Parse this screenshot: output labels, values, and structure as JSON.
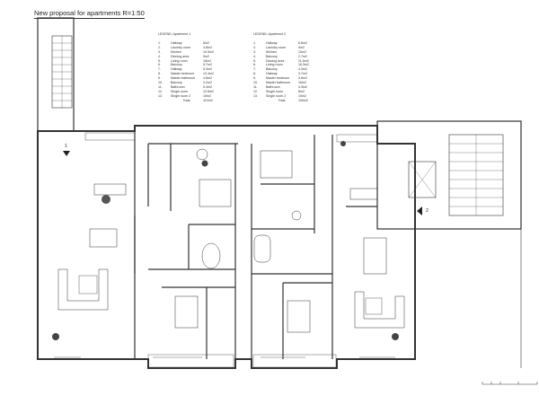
{
  "title": "New proposal for apartments R=1:50",
  "legends": [
    {
      "heading": "LEGEND: Apartment 1",
      "rooms": [
        {
          "n": "1.",
          "room": "Hallway",
          "area": "5m2"
        },
        {
          "n": "2.",
          "room": "Laundry room",
          "area": "4.8m2"
        },
        {
          "n": "3.",
          "room": "Kitchen",
          "area": "10.5m2"
        },
        {
          "n": "4.",
          "room": "Dinning area",
          "area": "9m2"
        },
        {
          "n": "5.",
          "room": "Living room",
          "area": "18m2"
        },
        {
          "n": "6.",
          "room": "Balcony",
          "area": "5.7m2"
        },
        {
          "n": "7.",
          "room": "Hallway",
          "area": "5.3m2"
        },
        {
          "n": "8.",
          "room": "Master bedroom",
          "area": "13.4m2"
        },
        {
          "n": "9.",
          "room": "Master bathroom",
          "area": "4.8m2"
        },
        {
          "n": "10.",
          "room": "Balcony",
          "area": "4.2m2"
        },
        {
          "n": "11.",
          "room": "Bathroom",
          "area": "5.4m2"
        },
        {
          "n": "12.",
          "room": "Single room",
          "area": "12.6m2"
        },
        {
          "n": "13.",
          "room": "Single room 2",
          "area": "10m2"
        }
      ],
      "total_label": "Total:",
      "total": "110m2"
    },
    {
      "heading": "LEGEND: Apartment 2",
      "rooms": [
        {
          "n": "1.",
          "room": "Hallway",
          "area": "6.6m2"
        },
        {
          "n": "2.",
          "room": "Laundry room",
          "area": "4m2"
        },
        {
          "n": "3.",
          "room": "Kitchen",
          "area": "10m2"
        },
        {
          "n": "4.",
          "room": "Balcony",
          "area": "2.7m2"
        },
        {
          "n": "5.",
          "room": "Dinning area",
          "area": "11.6m2"
        },
        {
          "n": "6.",
          "room": "Living room",
          "area": "16.3m2"
        },
        {
          "n": "7.",
          "room": "Balcony",
          "area": "4.3m2"
        },
        {
          "n": "8.",
          "room": "Hallway",
          "area": "3.7m2"
        },
        {
          "n": "9.",
          "room": "Master bedroom",
          "area": "4.8m2"
        },
        {
          "n": "10.",
          "room": "Master bathroom",
          "area": "16m2"
        },
        {
          "n": "11.",
          "room": "Bathroom",
          "area": "4.3m2"
        },
        {
          "n": "12.",
          "room": "Single room",
          "area": "8m2"
        },
        {
          "n": "13.",
          "room": "Single room 2",
          "area": "10m2"
        }
      ],
      "total_label": "Total:",
      "total": "100m2"
    }
  ],
  "markers": {
    "entrance_1": "1",
    "entrance_2": "2"
  }
}
